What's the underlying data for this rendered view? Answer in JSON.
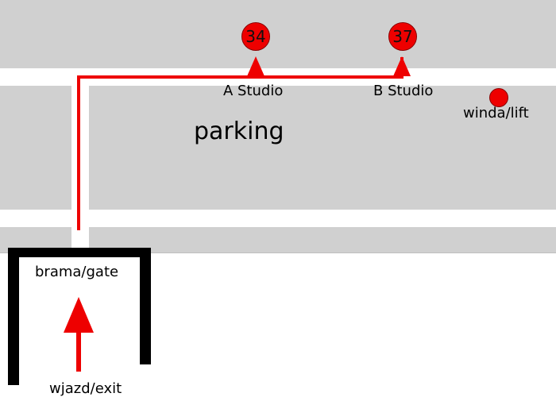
{
  "colors": {
    "building": "#d0d0d0",
    "road": "#ffffff",
    "route": "#ee0000",
    "gate": "#000000"
  },
  "markers": [
    {
      "id": "marker-34",
      "number": "34"
    },
    {
      "id": "marker-37",
      "number": "37"
    }
  ],
  "labels": {
    "studio_a": "A Studio",
    "studio_b": "B Studio",
    "lift": "winda/lift",
    "parking": "parking",
    "gate": "brama/gate",
    "entrance": "wjazd/exit"
  },
  "icons": {
    "lift_marker": "red-dot-icon",
    "route_arrows": "arrow-up-icon"
  }
}
